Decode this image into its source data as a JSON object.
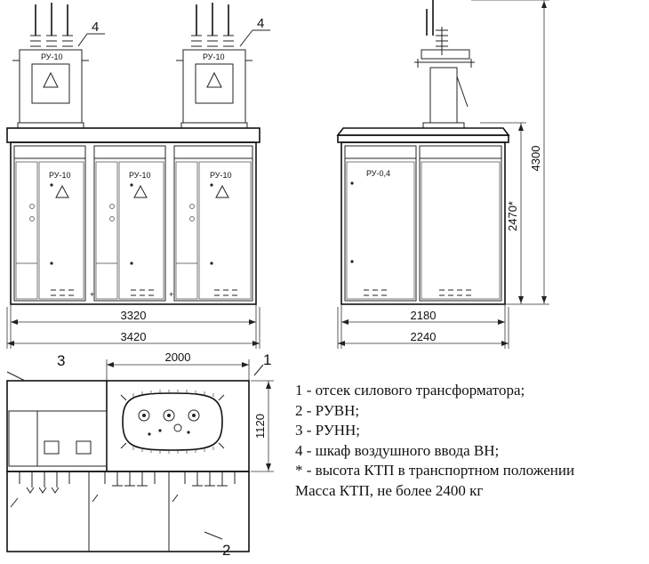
{
  "front_view": {
    "dim_inner": "3320",
    "dim_outer": "3420",
    "panel_labels": [
      "РУ-10",
      "РУ-10",
      "РУ-10"
    ],
    "enclosure_labels": [
      "РУ-10",
      "РУ-10"
    ],
    "callouts": [
      "4",
      "4"
    ]
  },
  "side_view": {
    "dim_inner": "2180",
    "dim_outer": "2240",
    "panel_label": "РУ-0,4",
    "dim_height_total": "4300",
    "dim_height_transport": "2470*"
  },
  "plan_view": {
    "dim_width": "2000",
    "dim_depth": "1120",
    "callout_1": "1",
    "callout_2": "2",
    "callout_3": "3"
  },
  "legend": [
    "1 - отсек силового трансформатора;",
    "2 - РУВН;",
    "3 - РУНН;",
    "4 - шкаф воздушного ввода ВН;",
    "* - высота КТП в транспортном положении",
    "Масса КТП, не более 2400 кг"
  ]
}
